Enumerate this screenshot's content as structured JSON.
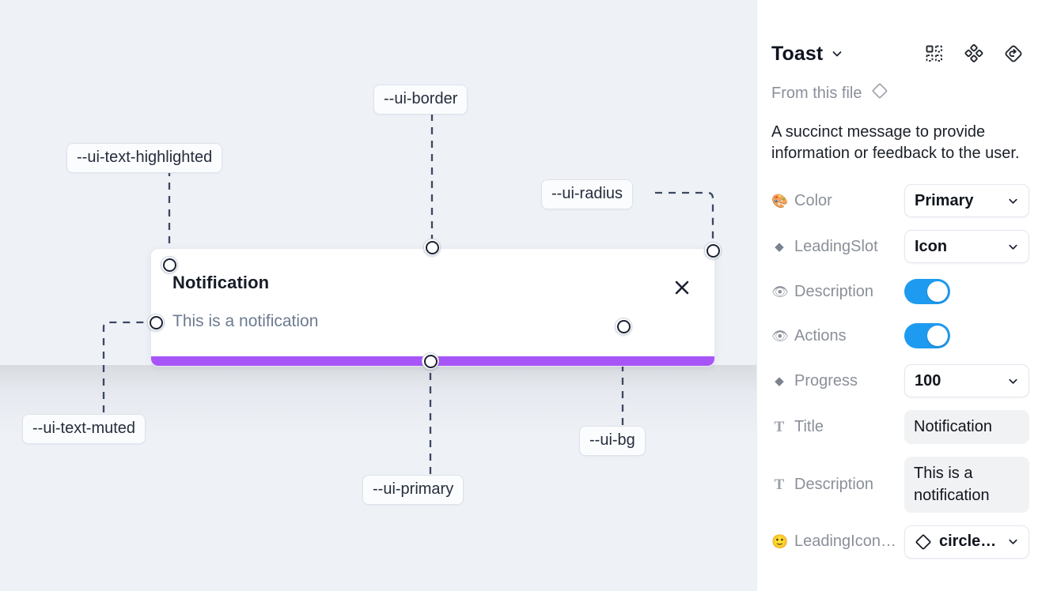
{
  "canvas": {
    "background_color": "#eef1f6",
    "toast": {
      "title": "Notification",
      "description": "This is a notification",
      "close_icon": "close-icon",
      "progress_color": "#a855f7",
      "background_color": "#ffffff"
    },
    "tokens": [
      {
        "label": "--ui-border",
        "name": "token-ui-border"
      },
      {
        "label": "--ui-text-highlighted",
        "name": "token-ui-text-highlighted"
      },
      {
        "label": "--ui-radius",
        "name": "token-ui-radius"
      },
      {
        "label": "--ui-text-muted",
        "name": "token-ui-text-muted"
      },
      {
        "label": "--ui-bg",
        "name": "token-ui-bg"
      },
      {
        "label": "--ui-primary",
        "name": "token-ui-primary"
      }
    ]
  },
  "panel": {
    "title": "Toast",
    "title_caret": "chevron-down-icon",
    "head_icons": [
      "component-grid-icon",
      "variants-icon",
      "reset-icon"
    ],
    "from_this_file": "From this file",
    "from_this_file_icon": "diamond-icon",
    "description": "A succinct message to provide information or feedback to the user.",
    "properties": [
      {
        "icon": "🎨",
        "icon_name": "palette-icon",
        "label": "Color",
        "control": "select",
        "value": "Primary"
      },
      {
        "icon": "◆",
        "icon_name": "diamond-icon",
        "label": "LeadingSlot",
        "control": "select",
        "value": "Icon"
      },
      {
        "icon": "👁",
        "icon_name": "eye-icon",
        "label": "Description",
        "control": "toggle",
        "value": "on"
      },
      {
        "icon": "👁",
        "icon_name": "eye-icon",
        "label": "Actions",
        "control": "toggle",
        "value": "on"
      },
      {
        "icon": "◆",
        "icon_name": "diamond-icon",
        "label": "Progress",
        "control": "select",
        "value": "100"
      },
      {
        "icon": "T",
        "icon_name": "text-icon",
        "label": "Title",
        "control": "text",
        "value": "Notification"
      },
      {
        "icon": "T",
        "icon_name": "text-icon",
        "label": "Description",
        "control": "text",
        "value": "This is a notification"
      },
      {
        "icon": "🙂",
        "icon_name": "smiley-icon",
        "label": "LeadingIcon…",
        "control": "icon-select",
        "value": "circle…"
      }
    ],
    "toggle_on_color": "#1e9bf0"
  }
}
